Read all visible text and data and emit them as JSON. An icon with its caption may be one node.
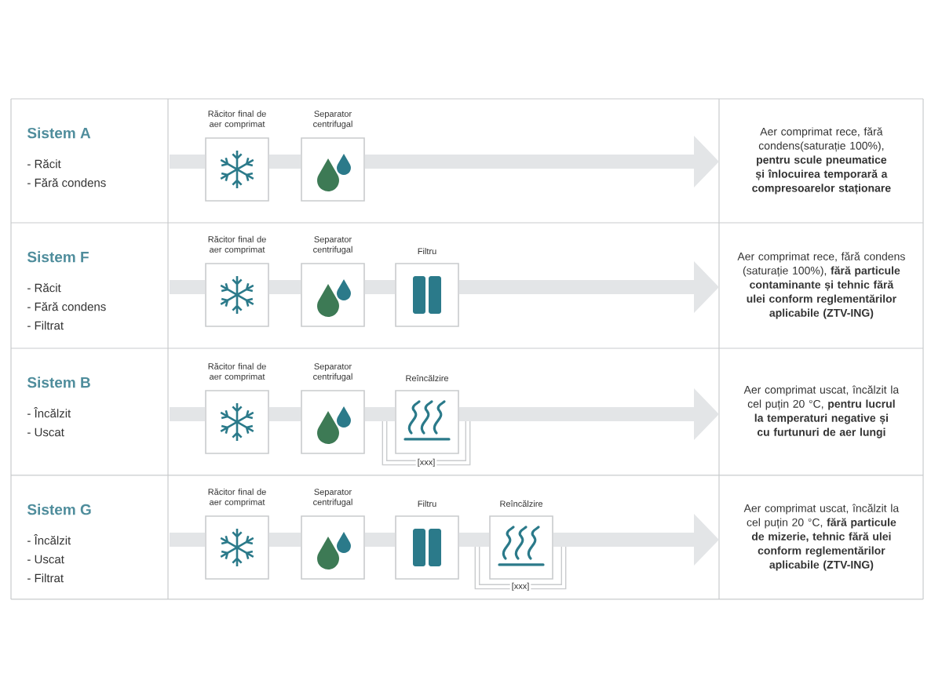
{
  "diagram": {
    "nodes": [
      {
        "text": [
          "Sistem A",
          "- Răcit",
          "- Fără condens"
        ]
      },
      {
        "text": [
          "Răcitor final de aer comprimat"
        ]
      },
      {
        "text": [
          "Separator centrifugal"
        ]
      },
      {
        "text": [
          "Aer comprimat rece, fără condens(saturație 100%), **pentru scule pneumatice și înlocuirea temporară a compresoarelor staționare**"
        ]
      },
      {
        "text": [
          "Sistem F",
          "- Răcit",
          "- Fără condens",
          "- Filtrat"
        ]
      },
      {
        "text": [
          "Răcitor final de aer comprimat"
        ]
      },
      {
        "text": [
          "Separator centrifugal"
        ]
      },
      {
        "text": [
          "Filtru"
        ]
      },
      {
        "text": [
          "Aer comprimat rece, fără condens (saturație 100%), **fără particule contaminante și tehnic fără ulei conform reglementărilor aplicabile (ZTV-ING)**"
        ]
      },
      {
        "text": [
          "Sistem B",
          "- Încălzit",
          "- Uscat"
        ]
      },
      {
        "text": [
          "Răcitor final de aer comprimat"
        ]
      },
      {
        "text": [
          "Separator centrifugal"
        ]
      },
      {
        "text": [
          "Reîncălzire"
        ],
        "beside": [
          "[xxx]"
        ]
      },
      {
        "text": [
          "Aer comprimat uscat, încălzit la cel puțin 20 °C, **pentru lucrul la temperaturi negative și cu furtunuri de aer lungi**"
        ]
      },
      {
        "text": [
          "Sistem G",
          "- Încălzit",
          "- Uscat",
          "- Filtrat"
        ]
      },
      {
        "text": [
          "Răcitor final de aer comprimat"
        ]
      },
      {
        "text": [
          "Separator centrifugal"
        ]
      },
      {
        "text": [
          "Filtru"
        ]
      },
      {
        "text": [
          "Reîncălzire"
        ],
        "beside": [
          "[xxx]"
        ]
      },
      {
        "text": [
          "Aer comprimat uscat, încălzit la cel puțin 20 °C, **fără particule de mizerie, tehnic fără ulei conform reglementărilor aplicabile (ZTV-ING)**"
        ]
      }
    ],
    "edges": [
      {
        "from": null,
        "to": 1,
        "arrow": "none"
      },
      {
        "from": 1,
        "to": 2,
        "arrow": "none"
      },
      {
        "from": 2,
        "to": 3,
        "arrow": "to"
      },
      {
        "from": null,
        "to": 5,
        "arrow": "none"
      },
      {
        "from": 5,
        "to": 6,
        "arrow": "none"
      },
      {
        "from": 6,
        "to": 7,
        "arrow": "none"
      },
      {
        "from": 7,
        "to": 8,
        "arrow": "to"
      },
      {
        "from": null,
        "to": 10,
        "arrow": "none"
      },
      {
        "from": 10,
        "to": 11,
        "arrow": "none"
      },
      {
        "from": 11,
        "to": 12,
        "arrow": "none"
      },
      {
        "from": 12,
        "to": 13,
        "arrow": "to"
      },
      {
        "from": null,
        "to": 15,
        "arrow": "none"
      },
      {
        "from": 15,
        "to": 16,
        "arrow": "none"
      },
      {
        "from": 16,
        "to": 17,
        "arrow": "none"
      },
      {
        "from": 17,
        "to": 18,
        "arrow": "none"
      },
      {
        "from": 18,
        "to": 19,
        "arrow": "to"
      }
    ]
  }
}
